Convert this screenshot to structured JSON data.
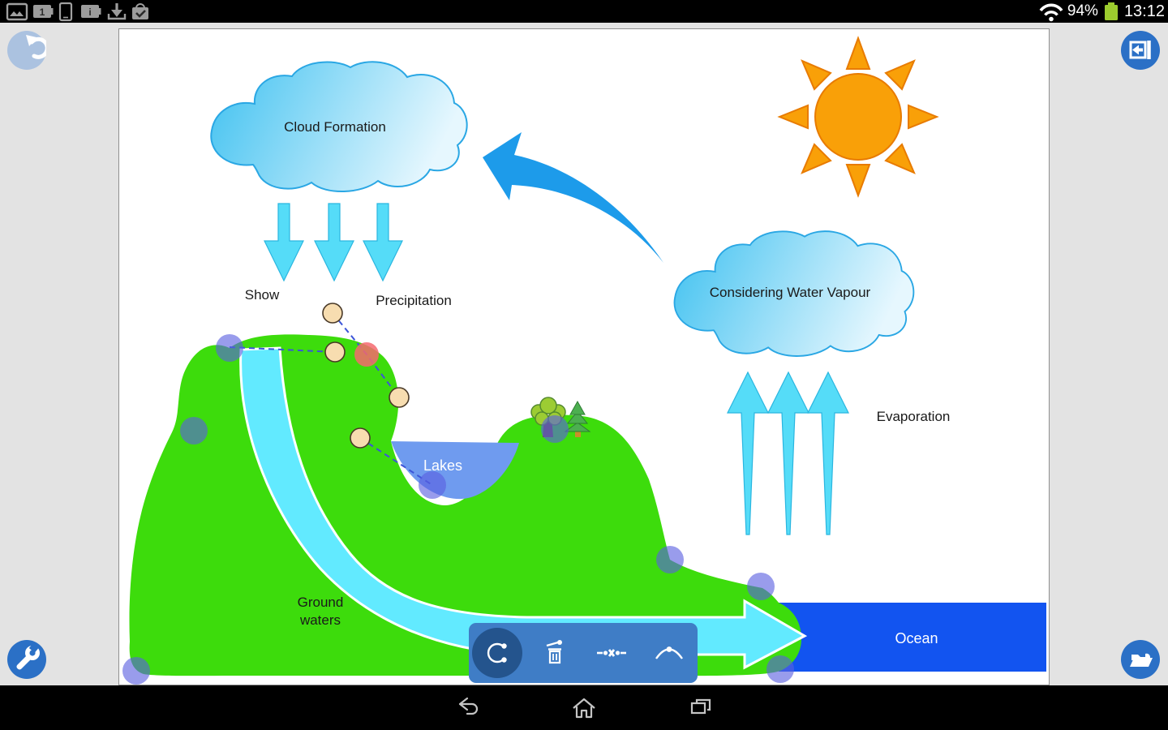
{
  "status_bar": {
    "time": "13:12",
    "battery_percent": "94%",
    "notification_glyphs": {
      "battery1": "1",
      "battery2": "i"
    },
    "notification_icons": [
      "screenshot-icon",
      "battery-status-1-icon",
      "device-icon",
      "battery-status-i-icon",
      "download-icon",
      "play-store-update-icon"
    ],
    "status_icons": [
      "wifi-icon",
      "battery-icon"
    ]
  },
  "floating_buttons": {
    "undo": "undo",
    "collapse_panel": "collapse-panel",
    "tools": "tools",
    "file_manager": "file-manager"
  },
  "selection_toolbar": {
    "items": [
      {
        "name": "rotate",
        "selected": true
      },
      {
        "name": "delete-node",
        "selected": false
      },
      {
        "name": "remove-segment",
        "selected": false
      },
      {
        "name": "curve",
        "selected": false
      }
    ]
  },
  "diagram": {
    "labels": {
      "cloud_formation": "Cloud Formation",
      "water_vapour": "Considering Water Vapour",
      "show": "Show",
      "precipitation": "Precipitation",
      "evaporation": "Evaporation",
      "lakes": "Lakes",
      "ground_line1": "Ground",
      "ground_line2": "waters",
      "ocean": "Ocean"
    },
    "colors": {
      "land": "#3ddc0c",
      "lake": "#6f9bef",
      "ocean": "#1254f0",
      "river": "#62eaff",
      "small_arrow": "#55dcf8",
      "curved_arrow": "#1d9bea",
      "sun": "#f9a008",
      "sun_stroke": "#e87b00",
      "cloud_stroke": "#2aa7e4",
      "handle": "#5a5fe0",
      "control_point": "#f7ddb0",
      "selected_point": "#f4686e",
      "button_blue": "#2b70c6",
      "toolbar_blue": "#3f7dc6"
    }
  },
  "nav_bar": {
    "icons": [
      "back",
      "home",
      "recent-apps"
    ]
  }
}
